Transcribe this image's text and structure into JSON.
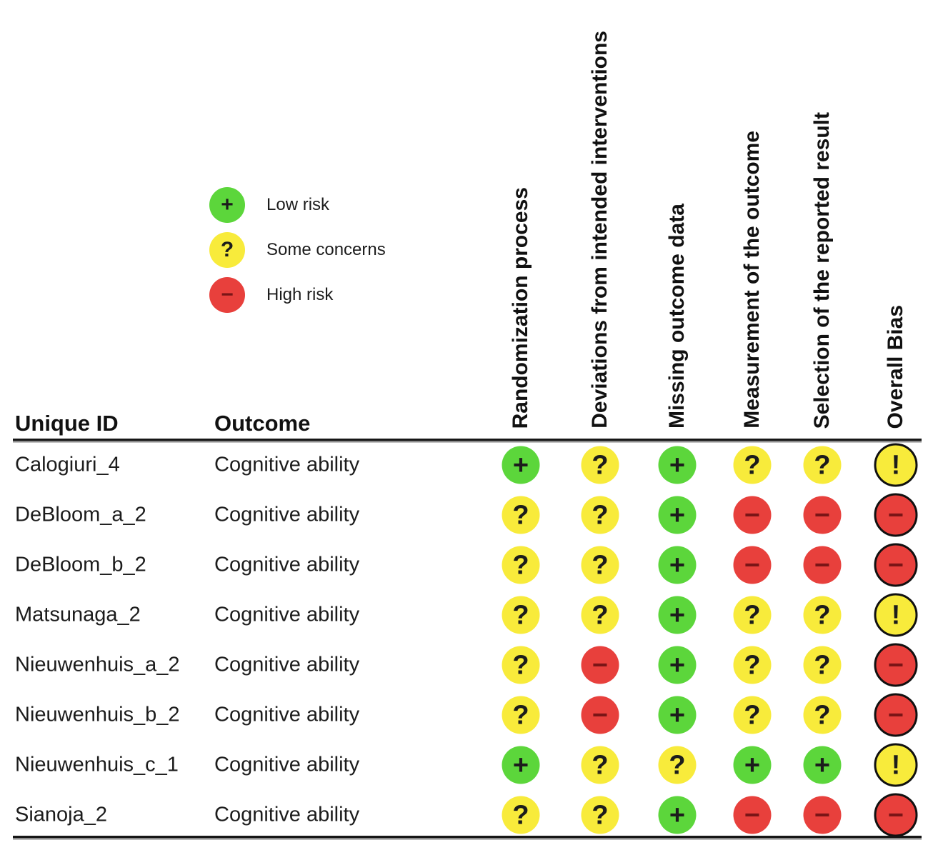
{
  "chart_data": {
    "type": "table",
    "subtype": "risk-of-bias-traffic-light-plot",
    "column_headers": [
      "Unique ID",
      "Outcome"
    ],
    "domains": [
      "Randomization process",
      "Deviations from intended interventions",
      "Missing outcome data",
      "Measurement of the outcome",
      "Selection of the reported result",
      "Overall Bias"
    ],
    "legend": [
      {
        "code": "low",
        "symbol": "+",
        "label": "Low risk",
        "color": "#5cd63b"
      },
      {
        "code": "some",
        "symbol": "?",
        "label": "Some concerns",
        "color": "#f8eb3b"
      },
      {
        "code": "high",
        "symbol": "−",
        "label": "High risk",
        "color": "#e8403c"
      }
    ],
    "overall_symbols": {
      "low": "+",
      "some": "!",
      "high": "−"
    },
    "symbol_colors": {
      "default": "#1c1c1c",
      "high": "#7a1516"
    },
    "rows": [
      {
        "unique_id": "Calogiuri_4",
        "outcome": "Cognitive ability",
        "ratings": [
          "low",
          "some",
          "low",
          "some",
          "some"
        ],
        "overall": "some"
      },
      {
        "unique_id": "DeBloom_a_2",
        "outcome": "Cognitive ability",
        "ratings": [
          "some",
          "some",
          "low",
          "high",
          "high"
        ],
        "overall": "high"
      },
      {
        "unique_id": "DeBloom_b_2",
        "outcome": "Cognitive ability",
        "ratings": [
          "some",
          "some",
          "low",
          "high",
          "high"
        ],
        "overall": "high"
      },
      {
        "unique_id": "Matsunaga_2",
        "outcome": "Cognitive ability",
        "ratings": [
          "some",
          "some",
          "low",
          "some",
          "some"
        ],
        "overall": "some"
      },
      {
        "unique_id": "Nieuwenhuis_a_2",
        "outcome": "Cognitive ability",
        "ratings": [
          "some",
          "high",
          "low",
          "some",
          "some"
        ],
        "overall": "high"
      },
      {
        "unique_id": "Nieuwenhuis_b_2",
        "outcome": "Cognitive ability",
        "ratings": [
          "some",
          "high",
          "low",
          "some",
          "some"
        ],
        "overall": "high"
      },
      {
        "unique_id": "Nieuwenhuis_c_1",
        "outcome": "Cognitive ability",
        "ratings": [
          "low",
          "some",
          "some",
          "low",
          "low"
        ],
        "overall": "some"
      },
      {
        "unique_id": "Sianoja_2",
        "outcome": "Cognitive ability",
        "ratings": [
          "some",
          "some",
          "low",
          "high",
          "high"
        ],
        "overall": "high"
      }
    ]
  }
}
